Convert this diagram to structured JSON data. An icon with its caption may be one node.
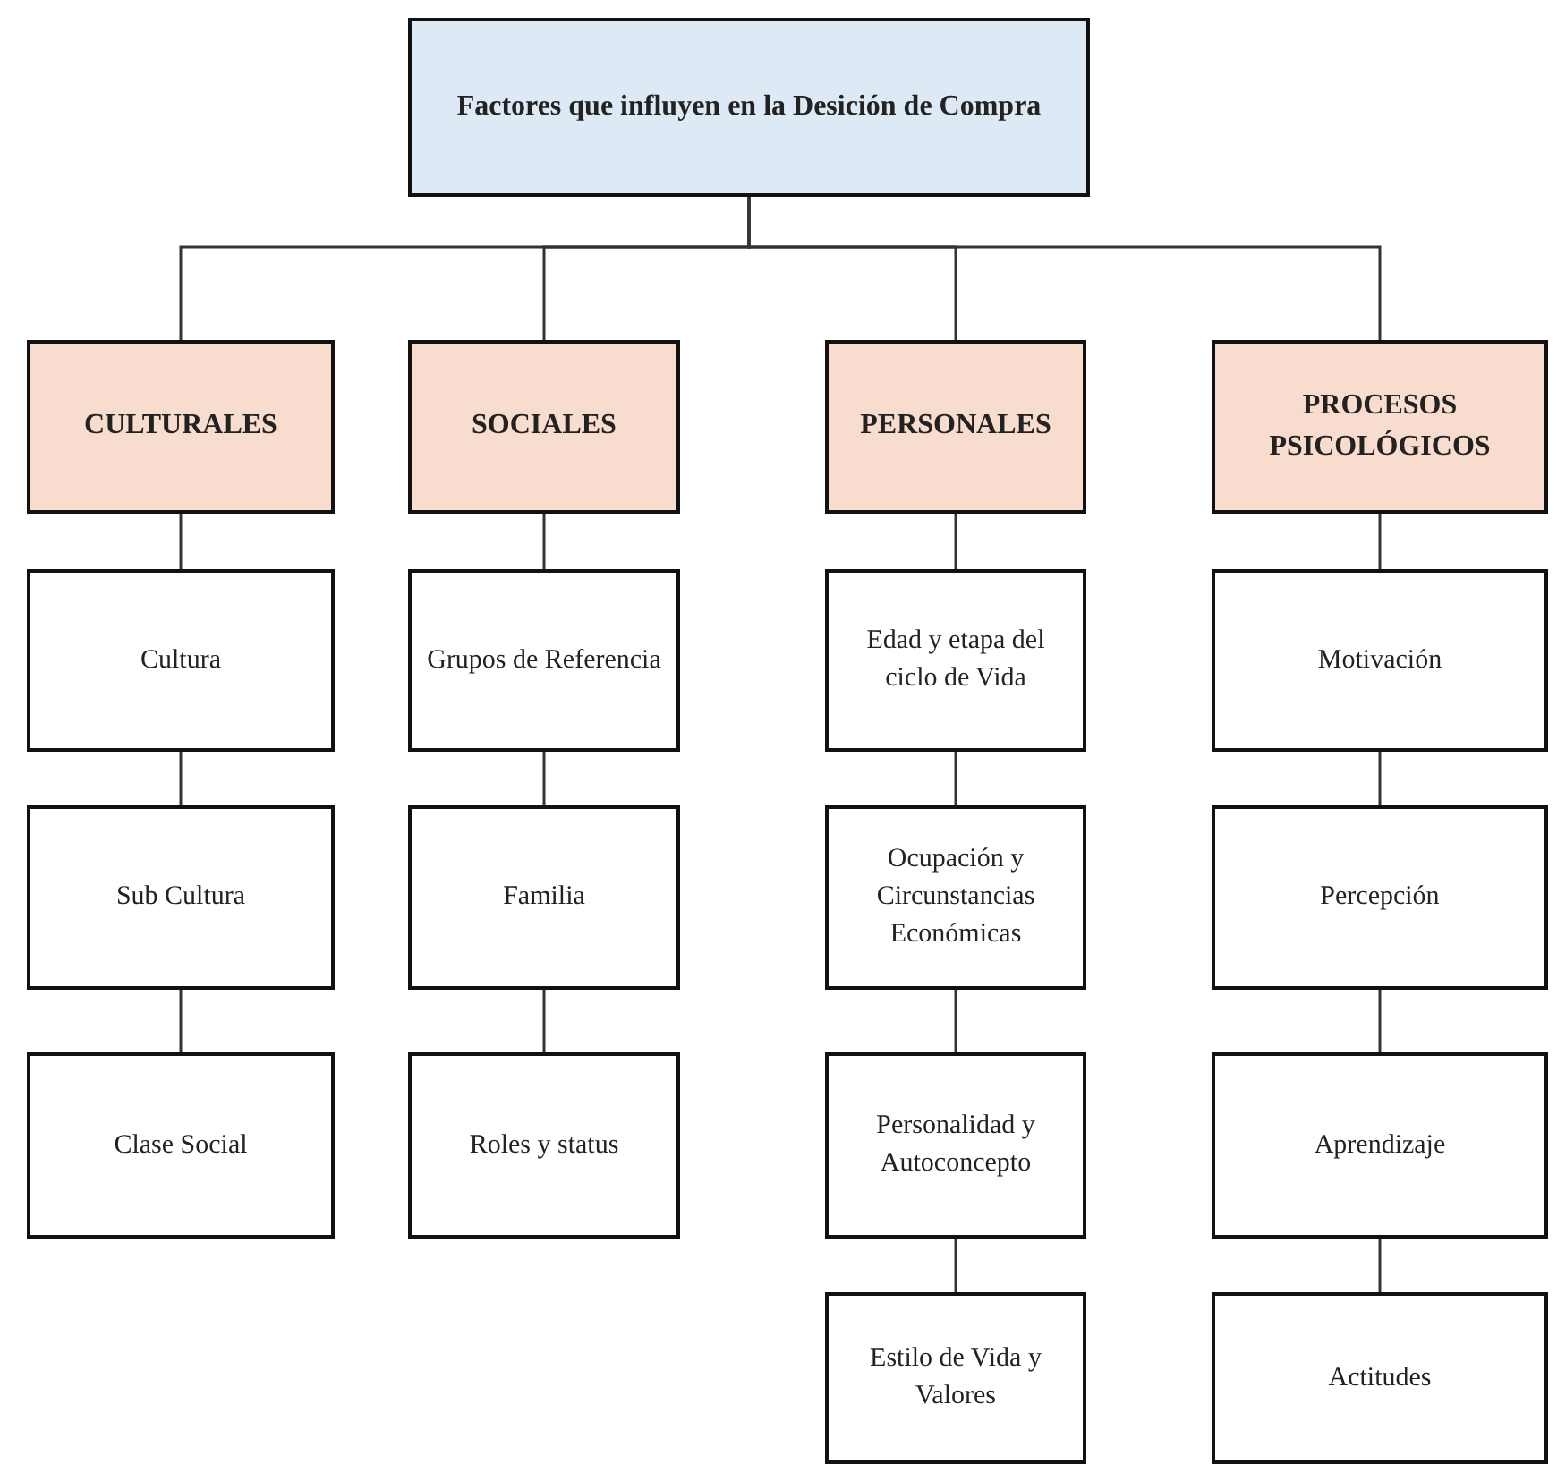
{
  "diagram": {
    "nodes": [
      {
        "text": [
          "Factores que influyen en la Desición de Compra"
        ]
      },
      {
        "text": [
          "CULTURALES"
        ]
      },
      {
        "text": [
          "SOCIALES"
        ]
      },
      {
        "text": [
          "PERSONALES"
        ]
      },
      {
        "text": [
          "PROCESOS PSICOLÓGICOS"
        ]
      },
      {
        "text": [
          "Cultura"
        ]
      },
      {
        "text": [
          "Sub Cultura"
        ]
      },
      {
        "text": [
          "Clase Social"
        ]
      },
      {
        "text": [
          "Grupos de Referencia"
        ]
      },
      {
        "text": [
          "Familia"
        ]
      },
      {
        "text": [
          "Roles y status"
        ]
      },
      {
        "text": [
          "Edad y etapa del ciclo de Vida"
        ]
      },
      {
        "text": [
          "Ocupación y Circunstancias Económicas"
        ]
      },
      {
        "text": [
          "Personalidad y Autoconcepto"
        ]
      },
      {
        "text": [
          "Estilo de Vida y Valores"
        ]
      },
      {
        "text": [
          "Motivación"
        ]
      },
      {
        "text": [
          "Percepción"
        ]
      },
      {
        "text": [
          "Aprendizaje"
        ]
      },
      {
        "text": [
          "Actitudes"
        ]
      }
    ],
    "edges": [
      {
        "from": 0,
        "to": 1,
        "arrow": "none"
      },
      {
        "from": 0,
        "to": 2,
        "arrow": "none"
      },
      {
        "from": 0,
        "to": 3,
        "arrow": "none"
      },
      {
        "from": 0,
        "to": 4,
        "arrow": "none"
      },
      {
        "from": 1,
        "to": 5,
        "arrow": "none"
      },
      {
        "from": 5,
        "to": 6,
        "arrow": "none"
      },
      {
        "from": 6,
        "to": 7,
        "arrow": "none"
      },
      {
        "from": 2,
        "to": 8,
        "arrow": "none"
      },
      {
        "from": 8,
        "to": 9,
        "arrow": "none"
      },
      {
        "from": 9,
        "to": 10,
        "arrow": "none"
      },
      {
        "from": 3,
        "to": 11,
        "arrow": "none"
      },
      {
        "from": 11,
        "to": 12,
        "arrow": "none"
      },
      {
        "from": 12,
        "to": 13,
        "arrow": "none"
      },
      {
        "from": 13,
        "to": 14,
        "arrow": "none"
      },
      {
        "from": 4,
        "to": 15,
        "arrow": "none"
      },
      {
        "from": 15,
        "to": 16,
        "arrow": "none"
      },
      {
        "from": 16,
        "to": 17,
        "arrow": "none"
      },
      {
        "from": 17,
        "to": 18,
        "arrow": "none"
      }
    ]
  }
}
